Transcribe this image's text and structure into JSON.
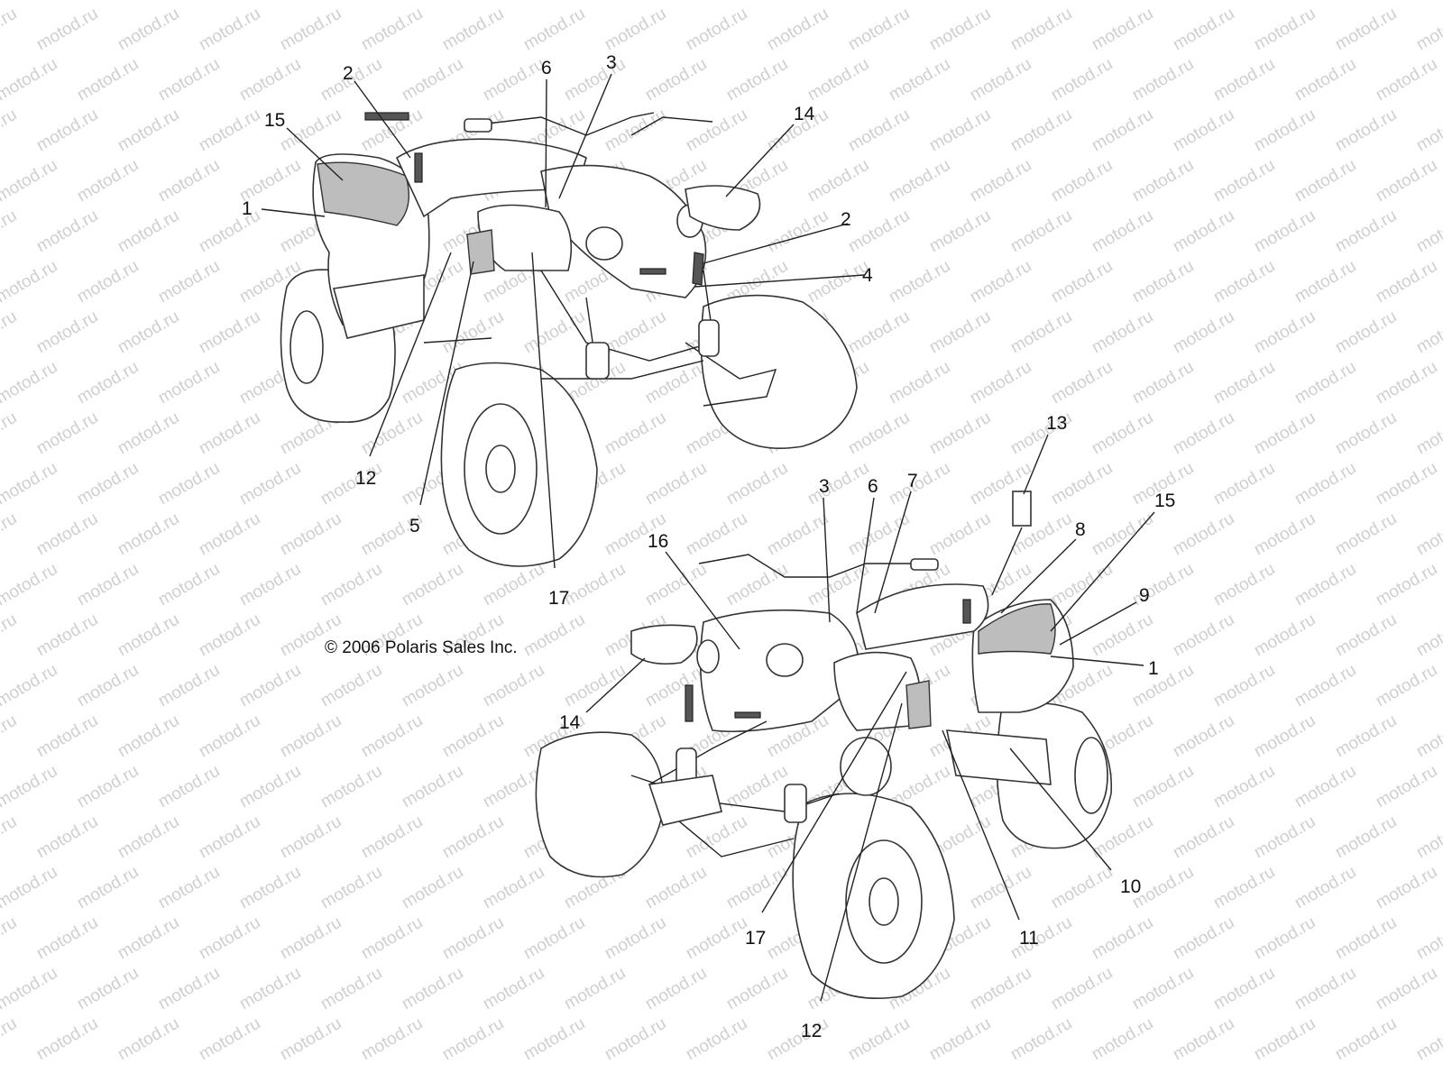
{
  "watermark": "motod.ru",
  "copyright": "© 2006 Polaris Sales Inc.",
  "colors": {
    "line": "#222222",
    "decal_fill": "#bdbdbd",
    "watermark": "#cfcfcf"
  },
  "callouts_top": [
    "1",
    "2",
    "15",
    "6",
    "3",
    "14",
    "2",
    "4",
    "12",
    "5",
    "17"
  ],
  "callouts_bottom": [
    "13",
    "3",
    "6",
    "7",
    "16",
    "15",
    "8",
    "9",
    "1",
    "14",
    "10",
    "11",
    "17",
    "12"
  ]
}
